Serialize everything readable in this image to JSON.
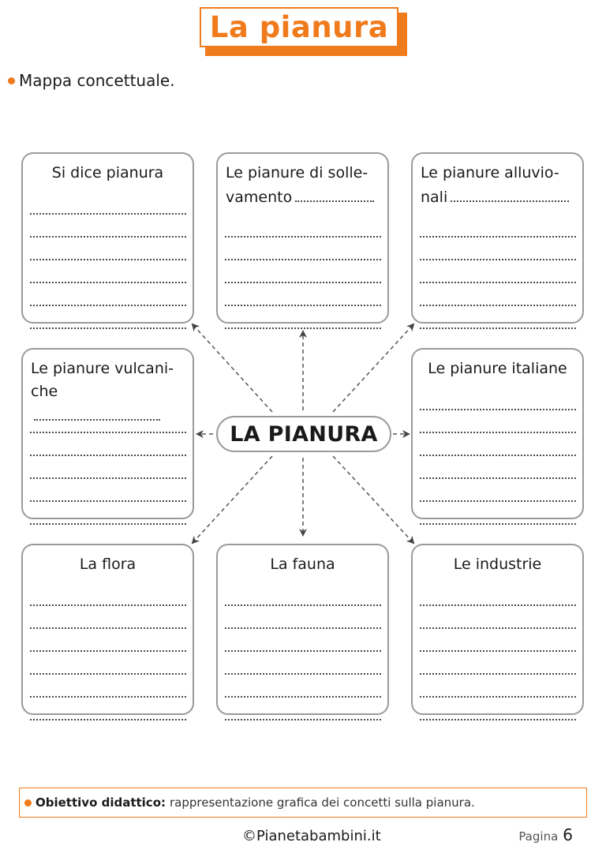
{
  "header": {
    "title": "La pianura"
  },
  "subtitle": "Mappa concettuale.",
  "center_label": "LA PIANURA",
  "boxes": [
    {
      "title_line1": "Si dice pianura",
      "title_line2": ""
    },
    {
      "title_line1": "Le pianure di solle-",
      "title_line2": "vamento"
    },
    {
      "title_line1": "Le pianure alluvio-",
      "title_line2": "nali"
    },
    {
      "title_line1": "Le pianure vulcani-",
      "title_line2": "che"
    },
    {
      "title_line1": "Le pianure italiane",
      "title_line2": ""
    },
    {
      "title_line1": "La flora",
      "title_line2": ""
    },
    {
      "title_line1": "La fauna",
      "title_line2": ""
    },
    {
      "title_line1": "Le industrie",
      "title_line2": ""
    }
  ],
  "objective": {
    "label": "Obiettivo didattico:",
    "text": "rappresentazione grafica dei concetti sulla pianura."
  },
  "footer": {
    "site": "©Pianetabambini.it",
    "page_label": "Pagina",
    "page_number": "6"
  },
  "colors": {
    "accent": "#f07b1d",
    "border": "#9a9a9a",
    "arrow": "#444444"
  }
}
